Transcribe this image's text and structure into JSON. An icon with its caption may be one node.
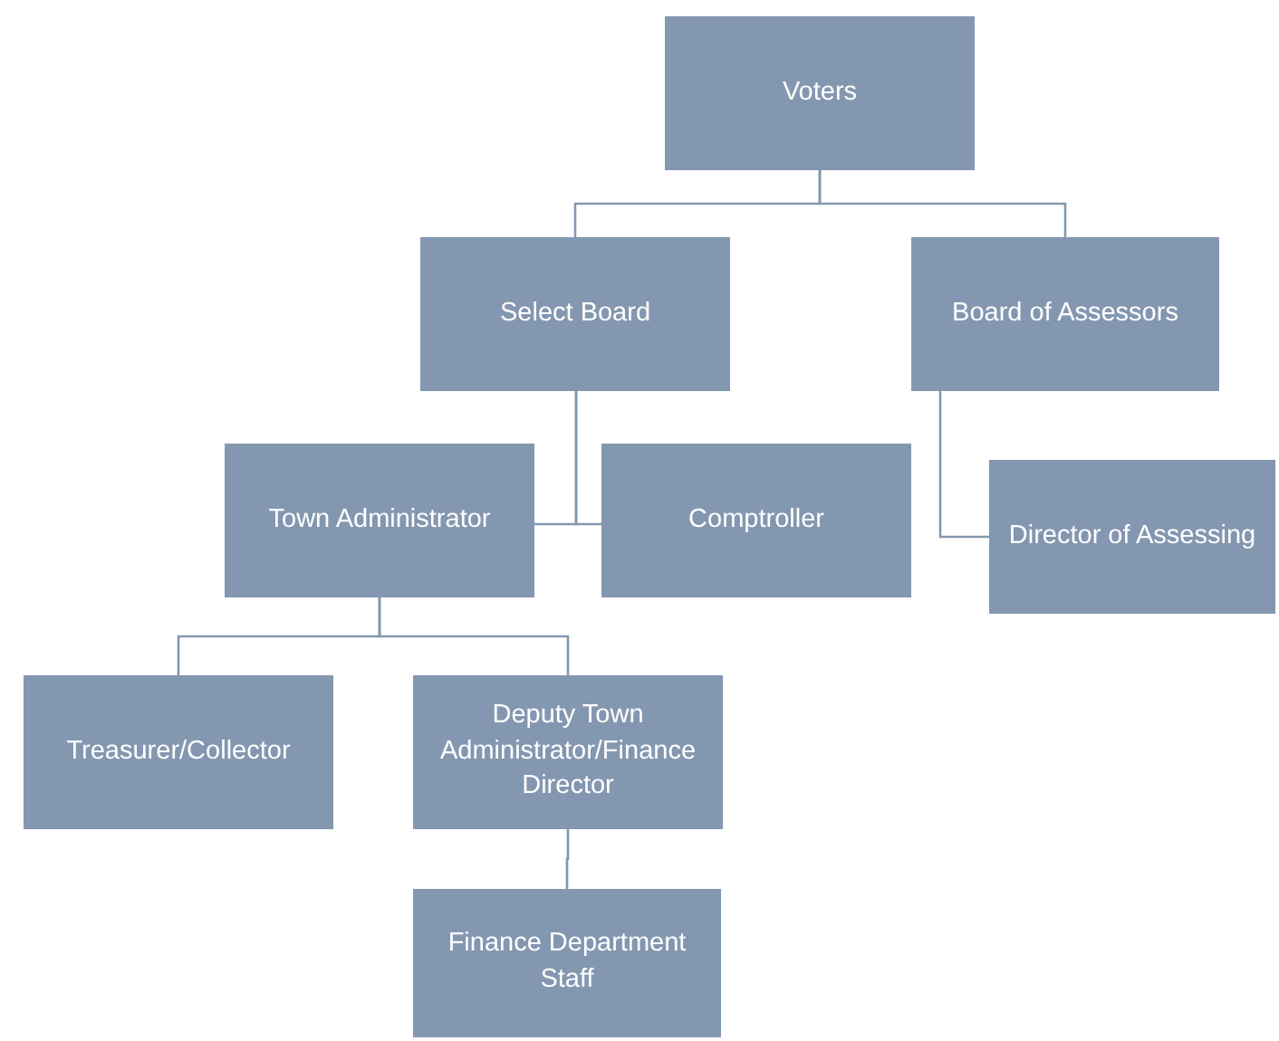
{
  "diagram": {
    "nodes": [
      {
        "text": [
          "Voters"
        ]
      },
      {
        "text": [
          "Select Board"
        ]
      },
      {
        "text": [
          "Board of Assessors"
        ]
      },
      {
        "text": [
          "Town Administrator"
        ]
      },
      {
        "text": [
          "Comptroller"
        ]
      },
      {
        "text": [
          "Director of Assessing"
        ]
      },
      {
        "text": [
          "Treasurer/Collector"
        ]
      },
      {
        "text": [
          "Deputy Town Administrator/Finance Director"
        ]
      },
      {
        "text": [
          "Finance Department Staff"
        ]
      }
    ],
    "edges": [
      {
        "from": 0,
        "to": 1,
        "arrow": "none"
      },
      {
        "from": 0,
        "to": 2,
        "arrow": "none"
      },
      {
        "from": 1,
        "to": 3,
        "arrow": "none"
      },
      {
        "from": 1,
        "to": 4,
        "arrow": "none"
      },
      {
        "from": 2,
        "to": 5,
        "arrow": "none"
      },
      {
        "from": 3,
        "to": 6,
        "arrow": "none"
      },
      {
        "from": 3,
        "to": 7,
        "arrow": "none"
      },
      {
        "from": 7,
        "to": 8,
        "arrow": "none"
      }
    ]
  }
}
